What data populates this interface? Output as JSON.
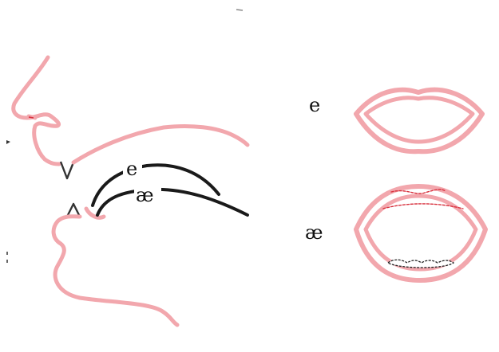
{
  "diagram": {
    "tongue_labels": {
      "e": "e",
      "ae": "æ"
    },
    "lip_labels": {
      "e": "e",
      "ae": "æ"
    }
  },
  "colors": {
    "profile": "#f2a7ad",
    "profile_edge": "#e58c95",
    "tongue": "#1a1a1a",
    "lip_inner_line": "#d8303d",
    "teeth": "#222222"
  }
}
